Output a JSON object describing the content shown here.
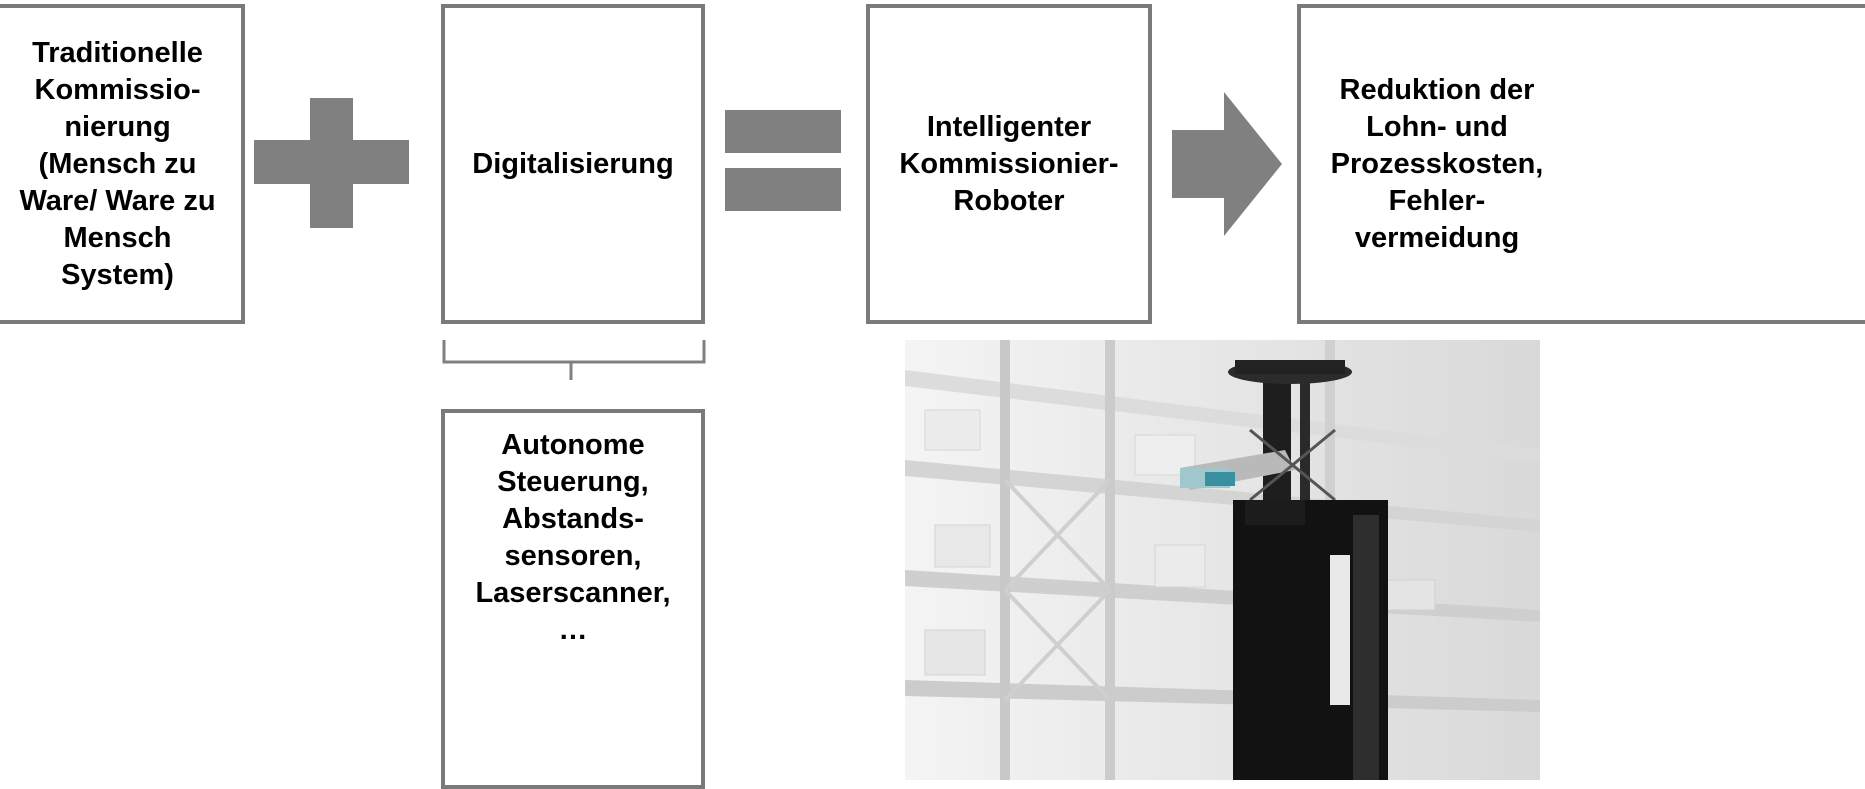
{
  "boxes": {
    "traditional": "Traditionelle\nKommissio-\nnierung\n(Mensch zu\nWare/ Ware zu\nMensch\nSystem)",
    "digitalization": "Digitalisierung",
    "robot": "Intelligenter\nKommissionier-\nRoboter",
    "result": "Reduktion der\nLohn- und\nProzesskosten,\nFehler-\nvermeidung",
    "technologies": "Autonome\nSteuerung,\nAbstands-\nsensoren,\nLaserscanner,\n…"
  },
  "colors": {
    "shape": "#808080",
    "border": "#7a7a7a"
  },
  "icons": {
    "plus": "plus-icon",
    "equals": "equals-icon",
    "arrow": "arrow-right-icon",
    "brace": "brace-icon"
  },
  "image": {
    "subject": "picking-robot-in-warehouse-photo"
  }
}
